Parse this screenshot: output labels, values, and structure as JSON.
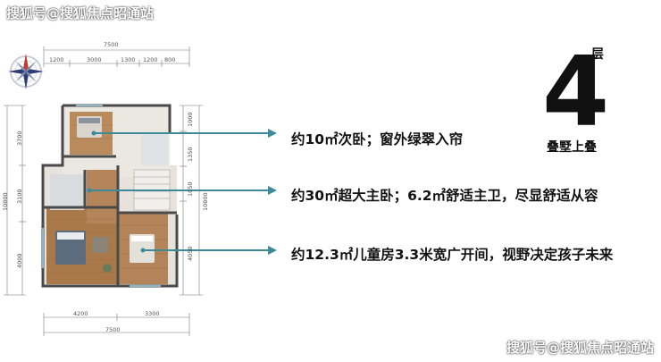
{
  "watermark": {
    "top": "搜狐号@搜狐焦点昭通站",
    "bottom": "搜狐号@搜狐焦点昭通站"
  },
  "floor": {
    "number": "4",
    "suffix": "层",
    "type": "叠墅上叠"
  },
  "annotations": [
    {
      "text": "约10㎡次卧；窗外绿翠入帘"
    },
    {
      "text": "约30㎡超大主卧；6.2㎡舒适主卫，尽显舒适从容"
    },
    {
      "text": "约12.3㎡儿童房3.3米宽广开间，视野决定孩子未来"
    }
  ],
  "dimensions": {
    "top_total": "7500",
    "top_segments": [
      "1200",
      "3000",
      "1300",
      "1200",
      "800"
    ],
    "left_total": "10800",
    "left_segments": [
      "3700",
      "3100",
      "4000"
    ],
    "right_total": "10800",
    "right_segments": [
      "1000",
      "1350",
      "1050",
      "4050"
    ],
    "bottom_segments": [
      "4200",
      "3300"
    ],
    "bottom_total": "7500"
  },
  "colors": {
    "arrow": "#3d8a98",
    "text": "#111111",
    "wall": "#4a4a4a",
    "wood": "#a9794a"
  },
  "icons": {
    "compass": "compass-rose-icon"
  }
}
